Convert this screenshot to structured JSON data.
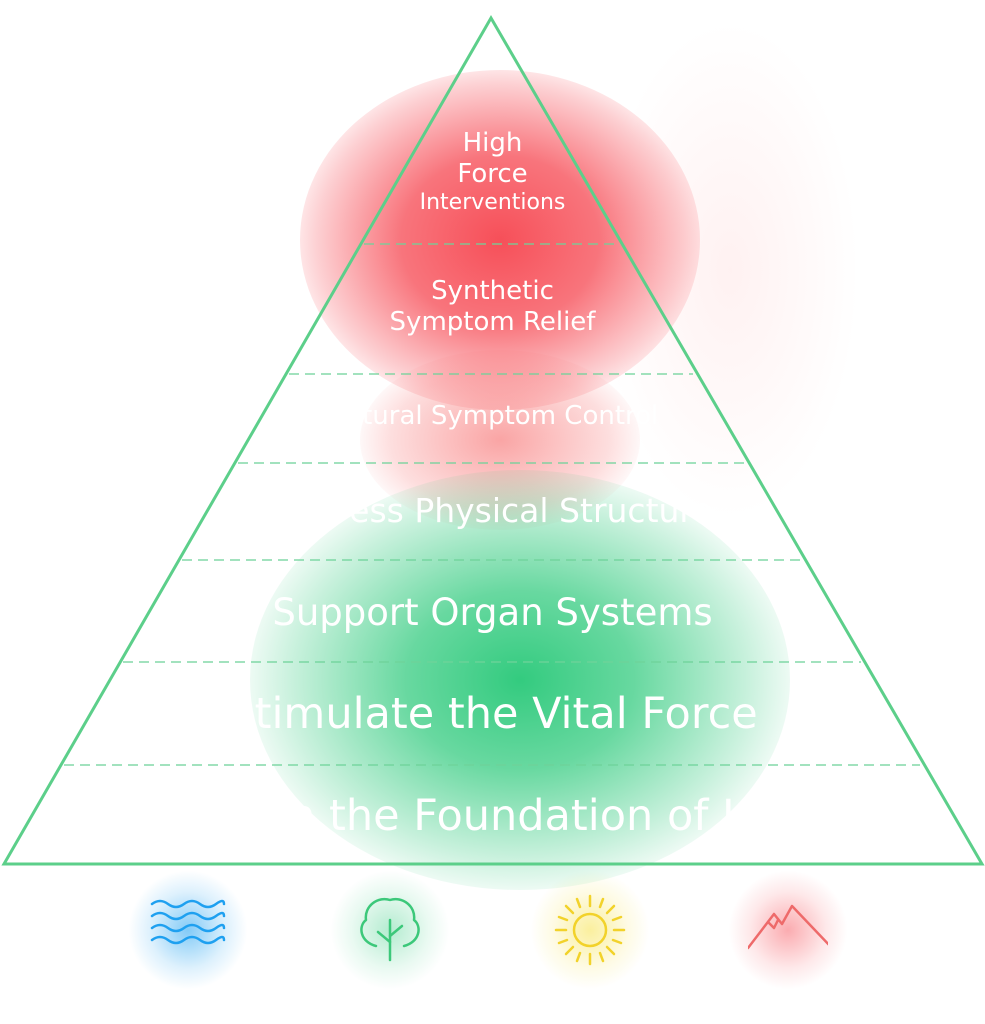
{
  "pyramid": {
    "tiers": [
      {
        "lines": [
          "High",
          "Force",
          "Interventions"
        ]
      },
      {
        "lines": [
          "Synthetic",
          "Symptom Relief"
        ]
      },
      {
        "lines": [
          "Natural Symptom Control"
        ]
      },
      {
        "lines": [
          "Address Physical Structure"
        ]
      },
      {
        "lines": [
          "Support Organ Systems"
        ]
      },
      {
        "lines": [
          "Stimulate the Vital Force"
        ]
      },
      {
        "lines": [
          "Establish the Foundation of Health"
        ]
      }
    ]
  },
  "icons": [
    "water-icon",
    "tree-icon",
    "sun-icon",
    "mountain-icon"
  ],
  "colors": {
    "outline": "#5ccf8a",
    "red": "#f64650",
    "green": "#28c878",
    "blue": "#1ea0f0",
    "yellow": "#f5dc28",
    "mountain": "#ee6a6a"
  }
}
